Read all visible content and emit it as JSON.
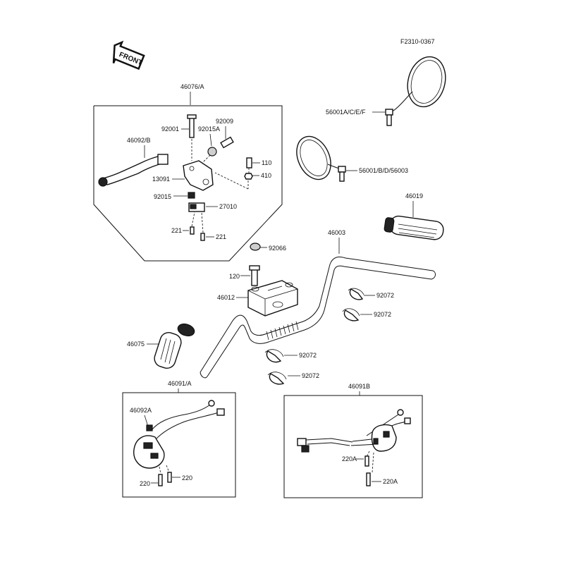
{
  "diagram": {
    "ref_code": "F2310-0367",
    "front_label": "FRONT",
    "callouts": {
      "c46076a": "46076/A",
      "c92001": "92001",
      "c92009": "92009",
      "c92015a": "92015A",
      "c46092b": "46092/B",
      "c110": "110",
      "c410": "410",
      "c13091": "13091",
      "c92015": "92015",
      "c27010": "27010",
      "c221a": "221",
      "c221b": "221",
      "c56001acef": "56001A/C/E/F",
      "c56001bd": "56001/B/D/56003",
      "c46019": "46019",
      "c46003": "46003",
      "c92066": "92066",
      "c120": "120",
      "c46012": "46012",
      "c92072a": "92072",
      "c92072b": "92072",
      "c92072c": "92072",
      "c92072d": "92072",
      "c46075": "46075",
      "c46091a": "46091/A",
      "c46092a": "46092A",
      "c220a": "220",
      "c220b": "220",
      "c46091b": "46091B",
      "c220a_1": "220A",
      "c220a_2": "220A"
    }
  }
}
